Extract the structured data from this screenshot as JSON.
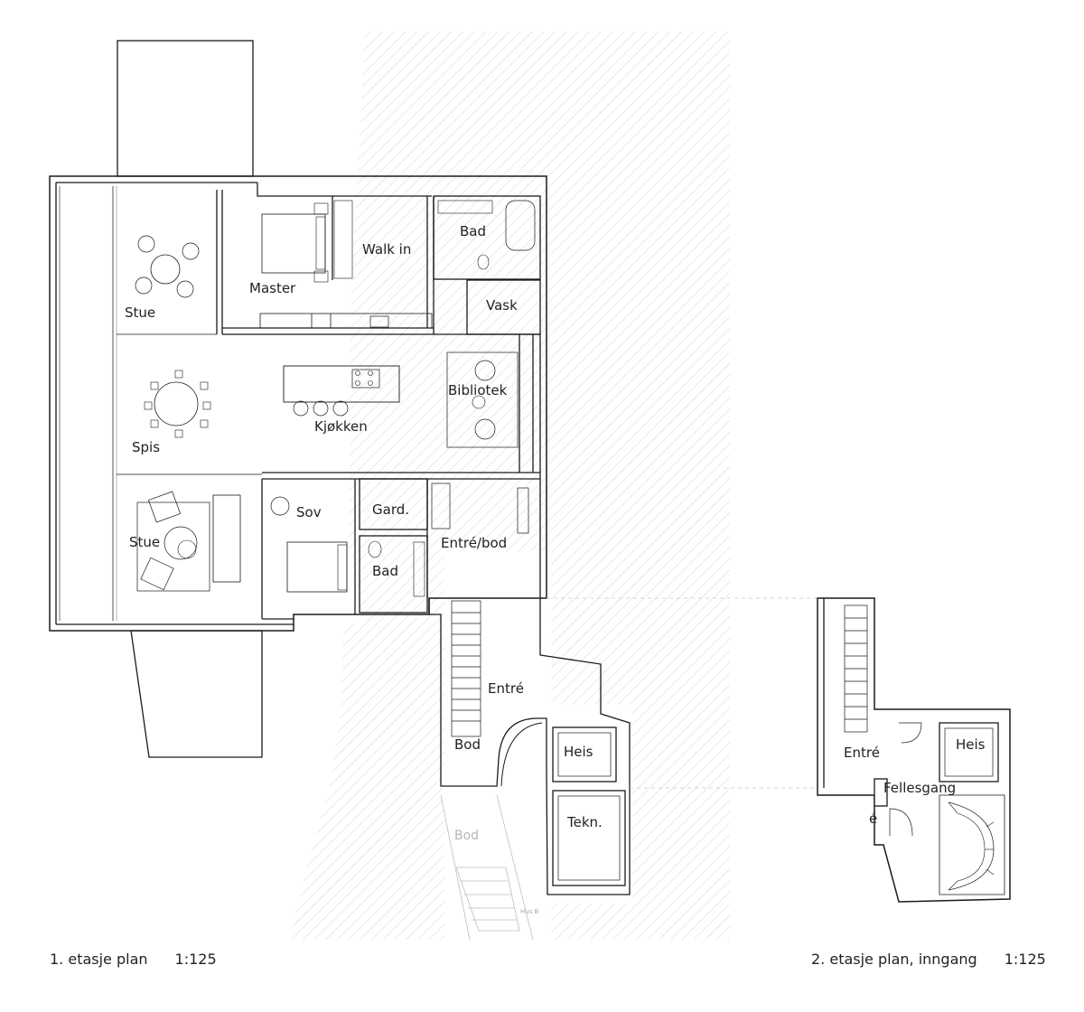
{
  "plan1": {
    "caption": "1. etasje plan",
    "scale": "1:125",
    "rooms": {
      "stue_top": "Stue",
      "master": "Master",
      "walk_in": "Walk in",
      "bad_top": "Bad",
      "vask": "Vask",
      "spis": "Spis",
      "kjokken": "Kjøkken",
      "bibliotek": "Bibliotek",
      "stue_bottom": "Stue",
      "sov": "Sov",
      "gard": "Gard.",
      "bad_bottom": "Bad",
      "entre_bod": "Entré/bod",
      "entre": "Entré",
      "bod": "Bod",
      "heis": "Heis",
      "tekn": "Tekn.",
      "bod_faint": "Bod",
      "hus_b": "Hus B"
    }
  },
  "plan2": {
    "caption": "2. etasje plan, inngang",
    "scale": "1:125",
    "rooms": {
      "entre": "Entré",
      "heis": "Heis",
      "fellesgang": "Fellesgang",
      "e_fragment": "é"
    }
  },
  "colors": {
    "wall": "#1a1a1a",
    "hatch": "#d4d4d4",
    "faint_line": "#bdbdbd"
  }
}
